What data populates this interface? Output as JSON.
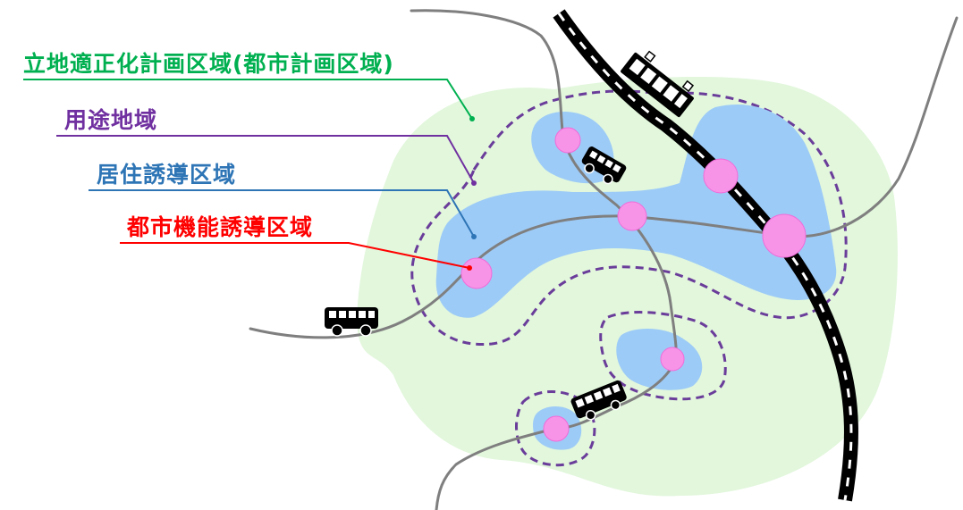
{
  "labels": {
    "planning_area": {
      "text": "立地適正化計画区域(都市計画区域)",
      "color": "#00b050"
    },
    "land_use_zone": {
      "text": "用途地域",
      "color": "#7030a0"
    },
    "residential_zone": {
      "text": "居住誘導区域",
      "color": "#2e75b6"
    },
    "urban_function_zone": {
      "text": "都市機能誘導区域",
      "color": "#ff0000"
    }
  },
  "colors": {
    "planning_area_fill": "#e2f7dc",
    "residential_fill": "#9dcbf7",
    "urban_function_fill": "#f794e8",
    "land_use_outline": "#6a3d9a",
    "road": "#7f7f7f",
    "railway": "#000000"
  },
  "icons": [
    "train-icon",
    "bus-icon"
  ]
}
